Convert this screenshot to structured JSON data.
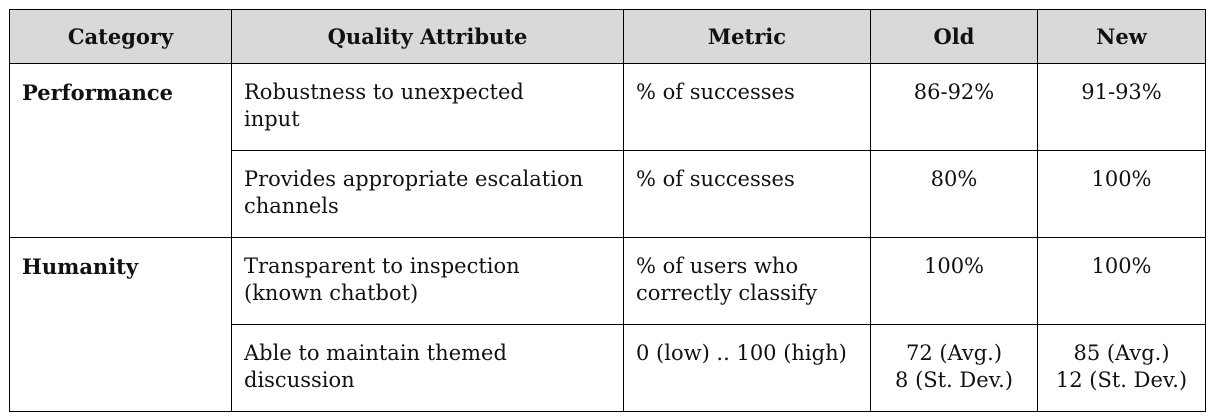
{
  "table": {
    "headers": [
      "Category",
      "Quality Attribute",
      "Metric",
      "Old",
      "New"
    ],
    "groups": [
      {
        "category": "Performance",
        "rows": [
          {
            "attribute": [
              "Robustness to unexpected",
              "input"
            ],
            "metric": [
              "% of successes"
            ],
            "old": [
              "86-92%"
            ],
            "new": [
              "91-93%"
            ]
          },
          {
            "attribute": [
              "Provides appropriate escalation",
              "channels"
            ],
            "metric": [
              "% of successes"
            ],
            "old": [
              "80%"
            ],
            "new": [
              "100%"
            ]
          }
        ]
      },
      {
        "category": "Humanity",
        "rows": [
          {
            "attribute": [
              "Transparent to inspection",
              "(known chatbot)"
            ],
            "metric": [
              "% of users who",
              "correctly classify"
            ],
            "old": [
              "100%"
            ],
            "new": [
              "100%"
            ]
          },
          {
            "attribute": [
              "Able to maintain themed",
              "discussion"
            ],
            "metric": [
              "0 (low) .. 100 (high)"
            ],
            "old": [
              "72 (Avg.)",
              "8 (St. Dev.)"
            ],
            "new": [
              "85 (Avg.)",
              "12 (St. Dev.)"
            ]
          }
        ]
      }
    ]
  }
}
